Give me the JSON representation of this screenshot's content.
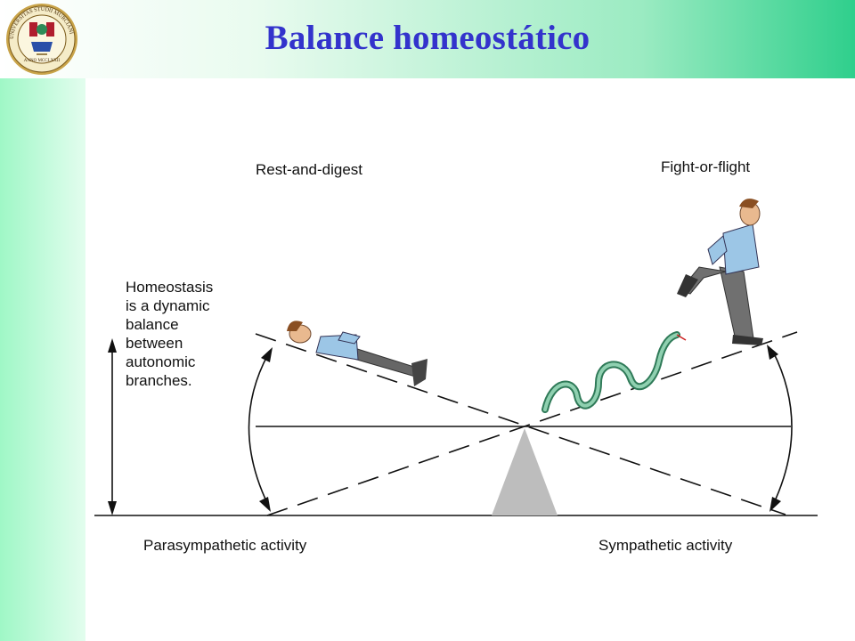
{
  "header": {
    "title": "Balance homeostático",
    "background_gradient": [
      "#ffffff",
      "#2fcf8c"
    ],
    "title_color": "#3333cc"
  },
  "logo": {
    "icon": "university-seal-icon",
    "ring_text": "UNIVERSITAS STUDII MURCIANI",
    "inner_text": "ANNO MCCLXXII"
  },
  "sidebar": {
    "color": "#a8f7cb"
  },
  "diagram": {
    "label_rest": "Rest-and-digest",
    "label_fight": "Fight-or-flight",
    "homeostasis_lines": [
      "Homeostasis",
      "is a dynamic",
      "balance",
      "between",
      "autonomic",
      "branches."
    ],
    "label_para": "Parasympathetic activity",
    "label_symp": "Sympathetic activity",
    "icons": [
      "reclining-man-icon",
      "running-man-icon",
      "snake-icon",
      "fulcrum-icon"
    ]
  }
}
